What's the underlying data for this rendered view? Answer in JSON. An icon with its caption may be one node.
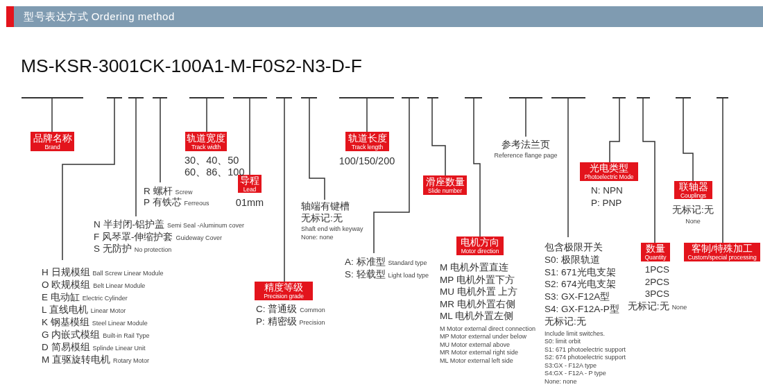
{
  "diagram": {
    "title": "型号表达方式 Ordering method",
    "nodes": [
      {
        "text": [],
        "shape": "bar"
      },
      {
        "text": [],
        "shape": "bar"
      },
      {
        "text": [],
        "shape": "bar"
      },
      {
        "text": [],
        "shape": "bar"
      },
      {
        "text": [],
        "shape": "bar"
      },
      {
        "text": [],
        "shape": "bar"
      },
      {
        "text": [],
        "shape": "bar"
      },
      {
        "text": [],
        "shape": "bar"
      },
      {
        "text": [],
        "shape": "bar"
      },
      {
        "text": [],
        "shape": "bar"
      },
      {
        "text": [],
        "shape": "bar"
      },
      {
        "text": [],
        "shape": "bar"
      },
      {
        "text": [],
        "shape": "bar"
      },
      {
        "text": [],
        "shape": "bar"
      },
      {
        "text": [],
        "shape": "bar"
      },
      {
        "text": [],
        "shape": "bar"
      },
      {
        "text": [],
        "shape": "bar"
      },
      {
        "text": [],
        "shape": "bar"
      },
      {
        "text": [
          "品牌名称",
          "Brand"
        ]
      },
      {
        "text": [
          "H 日规模组",
          "Ball Screw Linear Module",
          "O 欧规模组",
          "Belt Linear Module",
          "E 电动缸",
          "Electric Cylinder",
          "L 直线电机",
          "Linear Motor",
          "K 钢基模组",
          "Steel Linear Module",
          "G 内嵌式模组",
          "Built-in Rail Type",
          "D 简易模组",
          "Splinde Linear Unit",
          "M 直驱旋转电机",
          "Rotary Motor"
        ]
      },
      {
        "text": [
          "N 半封闭-铝护盖",
          "Semi Seal -Aluminum cover",
          "F 风琴罩-伸缩护套",
          "Guideway Cover",
          "S 无防护",
          "No protection"
        ]
      },
      {
        "text": [
          "R 螺杆",
          "Screw",
          "P 有铁芯",
          "Ferreous"
        ]
      },
      {
        "text": [
          "轨道宽度",
          "Track width"
        ],
        "beside": [
          "30、40、50",
          "60、86、100"
        ]
      },
      {
        "text": [
          "导程",
          "Lead"
        ],
        "beside": [
          "01mm"
        ]
      },
      {
        "text": [
          "精度等级",
          "Precision grade"
        ],
        "beside": [
          "C: 普通级",
          "Common",
          "P: 精密级",
          "Precision"
        ]
      },
      {
        "text": [
          "轴端有键槽",
          "无标记:无",
          "Shaft end with keyway",
          "None: none"
        ]
      },
      {
        "text": [
          "轨道长度",
          "Track length"
        ],
        "beside": [
          "100/150/200"
        ]
      },
      {
        "text": [
          "A: 标准型",
          "Standard type",
          "S: 轻载型",
          "Light load type"
        ]
      },
      {
        "text": [
          "滑座数量",
          "Slide number"
        ]
      },
      {
        "text": [
          "电机方向",
          "Motor direction"
        ],
        "beside": [
          "M 电机外置直连",
          "MP 电机外置下方",
          "MU 电机外置 上方",
          "MR 电机外置右侧",
          "ML 电机外置左侧",
          "M Motor external direct connection",
          "MP Motor external under below",
          "MU Motor external above",
          "MR Motor external right side",
          "ML Motor external left side"
        ]
      },
      {
        "text": [
          "参考法兰页",
          "Reference flange page"
        ]
      },
      {
        "text": [
          "包含极限开关",
          "S0: 极限轨道",
          "S1: 671光电支架",
          "S2: 674光电支架",
          "S3: GX-F12A型",
          "S4: GX-F12A-P型",
          "无标记:无",
          "Include limit switches.",
          "S0: limit orbit",
          "S1: 671 photoelectric support",
          "S2: 674 photoelectric support",
          "S3:GX - F12A type",
          "S4:GX - F12A - P type",
          "None: none"
        ]
      },
      {
        "text": [
          "光电类型",
          "Photoelectric Mode"
        ],
        "beside": [
          "N: NPN",
          "P: PNP"
        ]
      },
      {
        "text": [
          "数量",
          "Quantity"
        ],
        "beside": [
          "1PCS",
          "2PCS",
          "3PCS",
          "无标记:无",
          "None"
        ]
      },
      {
        "text": [
          "联轴器",
          "Couplings"
        ],
        "beside": [
          "无标记:无",
          "None"
        ]
      },
      {
        "text": [
          "客制/特殊加工",
          "Custom/special processing"
        ]
      }
    ],
    "edges": [
      {
        "from": 18,
        "to": 0,
        "arrow": "none"
      },
      {
        "from": 19,
        "to": 1,
        "arrow": "none"
      },
      {
        "from": 20,
        "to": 2,
        "arrow": "none"
      },
      {
        "from": 21,
        "to": 3,
        "arrow": "none"
      },
      {
        "from": 22,
        "to": 4,
        "arrow": "none"
      },
      {
        "from": 23,
        "to": 5,
        "arrow": "none"
      },
      {
        "from": 24,
        "to": 6,
        "arrow": "none"
      },
      {
        "from": 25,
        "to": 7,
        "arrow": "none"
      },
      {
        "from": 26,
        "to": 8,
        "arrow": "none"
      },
      {
        "from": 27,
        "to": 9,
        "arrow": "none"
      },
      {
        "from": 28,
        "to": 10,
        "arrow": "none"
      },
      {
        "from": 29,
        "to": 11,
        "arrow": "none"
      },
      {
        "from": 30,
        "to": 12,
        "arrow": "none"
      },
      {
        "from": 31,
        "to": 13,
        "arrow": "none"
      },
      {
        "from": 32,
        "to": 14,
        "arrow": "none"
      },
      {
        "from": 33,
        "to": 15,
        "arrow": "none"
      },
      {
        "from": 34,
        "to": 16,
        "arrow": "none"
      },
      {
        "from": 35,
        "to": 17,
        "arrow": "none"
      }
    ],
    "labels": [
      "MS-KSR-3001CK-100A1-M-F0S2-N3-D-F"
    ]
  }
}
